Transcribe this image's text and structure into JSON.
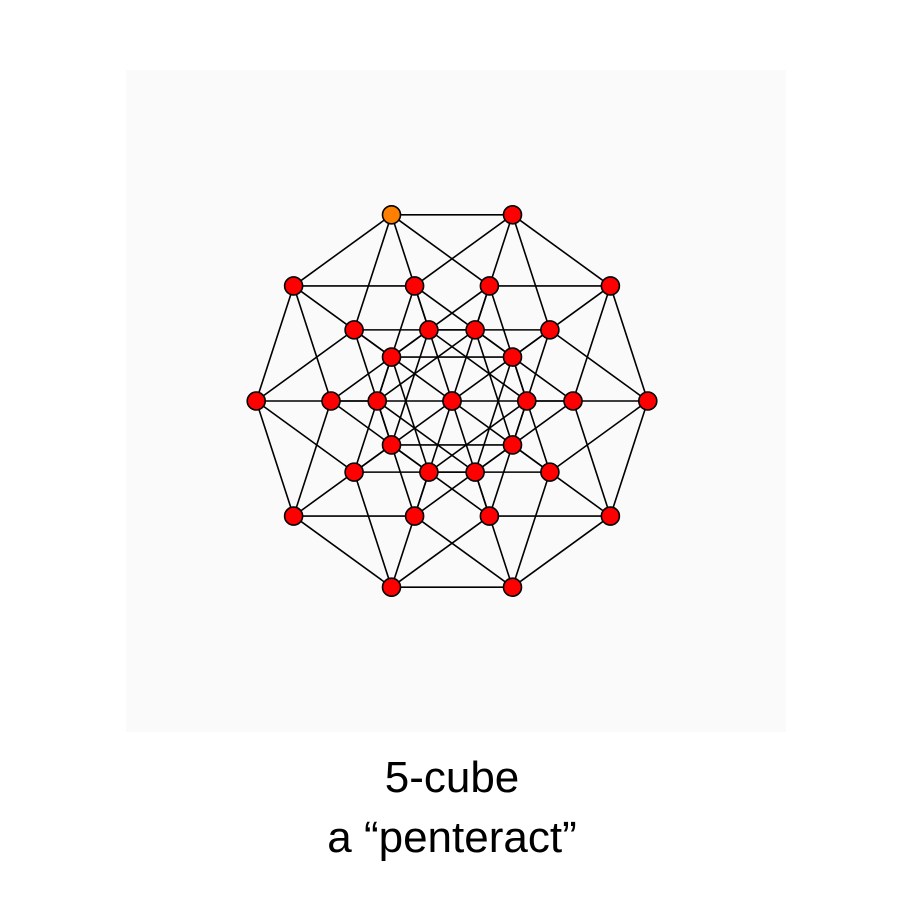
{
  "caption": {
    "line1": "5-cube",
    "line2": "a “penteract”"
  },
  "graph": {
    "vertex_count": 32,
    "edge_count": 80,
    "highlighted_vertex_index": 0,
    "colors": {
      "vertex_fill": "#ff0000",
      "highlighted_vertex_fill": "#ff8000",
      "edge": "#000000",
      "vertex_outline": "#000000",
      "panel_background": "#fafafa"
    }
  }
}
